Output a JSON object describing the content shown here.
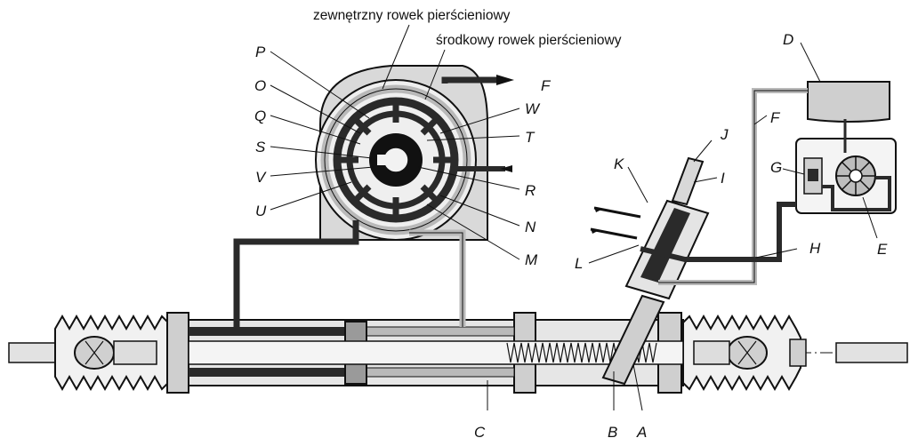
{
  "captions": {
    "outer_groove": "zewnętrzny rowek pierścieniowy",
    "middle_groove": "środkowy rowek pierścieniowy"
  },
  "labels": {
    "A": "A",
    "B": "B",
    "C": "C",
    "D": "D",
    "E": "E",
    "F_top": "F",
    "F_line": "F",
    "G": "G",
    "H": "H",
    "I": "I",
    "J": "J",
    "K": "K",
    "L": "L",
    "M": "M",
    "N": "N",
    "O": "O",
    "P": "P",
    "Q": "Q",
    "R": "R",
    "S": "S",
    "T": "T",
    "U": "U",
    "V": "V",
    "W": "W"
  },
  "colors": {
    "line": "#111111",
    "fluid_dark": "#2a2a2a",
    "fluid_light": "#b9b9b9",
    "housing": "#d9d9d9",
    "background": "#ffffff"
  }
}
